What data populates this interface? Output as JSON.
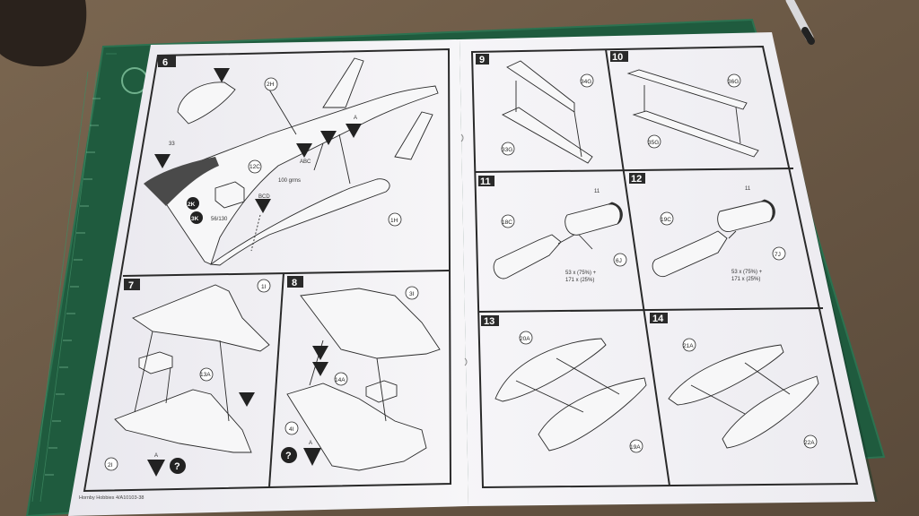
{
  "colors": {
    "table": "#6b5a48",
    "cutting_mat": "#1f5b3e",
    "paper": "#f4f3f6",
    "ink": "#2a2a2a"
  },
  "steps": [
    {
      "num": "6",
      "parts": [
        "2H",
        "12C",
        "1H",
        "2K",
        "3K"
      ],
      "labels": [
        "A",
        "ABC",
        "BCD",
        "33",
        "56/130",
        "100 grms"
      ]
    },
    {
      "num": "7",
      "parts": [
        "1I",
        "13A",
        "2I"
      ],
      "labels": [
        "A"
      ]
    },
    {
      "num": "8",
      "parts": [
        "3I",
        "14A",
        "4I"
      ],
      "labels": [
        "A"
      ]
    },
    {
      "num": "9",
      "parts": [
        "34G",
        "33G"
      ]
    },
    {
      "num": "10",
      "parts": [
        "36G",
        "35G"
      ]
    },
    {
      "num": "11",
      "parts": [
        "18C",
        "6J",
        "11"
      ],
      "note": [
        "53 x (75%) +",
        "171 x (25%)"
      ]
    },
    {
      "num": "12",
      "parts": [
        "19C",
        "7J",
        "11"
      ],
      "note": [
        "53 x (75%) +",
        "171 x (25%)"
      ]
    },
    {
      "num": "13",
      "parts": [
        "20A",
        "19A"
      ]
    },
    {
      "num": "14",
      "parts": [
        "21A",
        "22A"
      ]
    }
  ],
  "footer": "Hornby Hobbies 4/A10103-38"
}
